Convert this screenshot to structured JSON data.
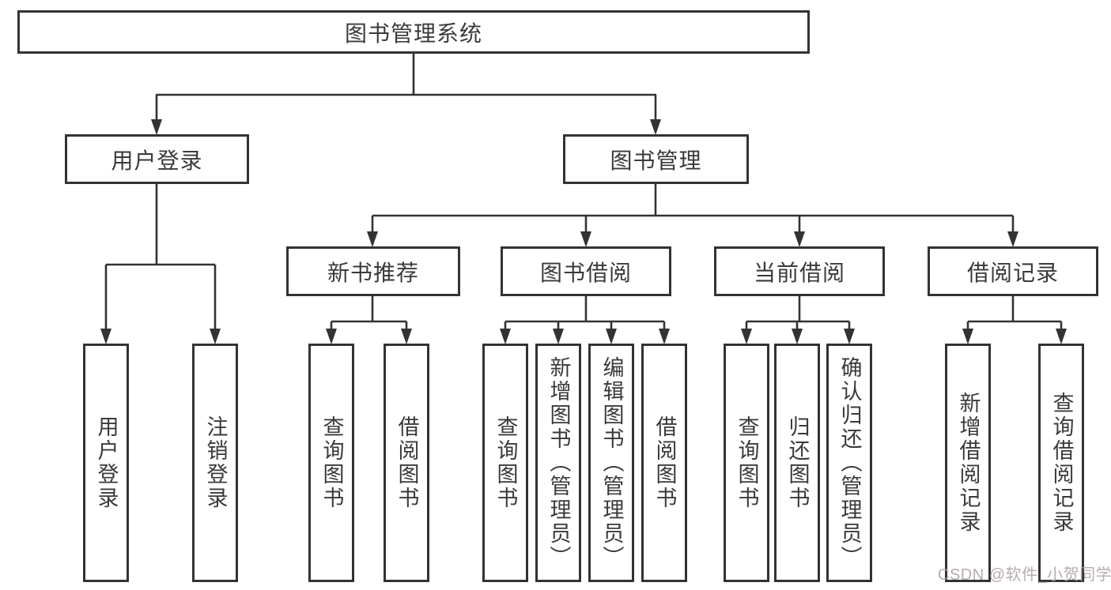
{
  "diagram": {
    "root": {
      "label": "图书管理系统"
    },
    "level2": [
      {
        "label": "用户登录"
      },
      {
        "label": "图书管理"
      }
    ],
    "level3": [
      {
        "label": "新书推荐"
      },
      {
        "label": "图书借阅"
      },
      {
        "label": "当前借阅"
      },
      {
        "label": "借阅记录"
      }
    ],
    "leaves": {
      "user_login": [
        "用户登录",
        "注销登录"
      ],
      "new_book_recommend": [
        "查询图书",
        "借阅图书"
      ],
      "book_borrow": [
        "查询图书",
        "新增图书（管理员）",
        "编辑图书（管理员）",
        "借阅图书"
      ],
      "current_borrow": [
        "查询图书",
        "归还图书",
        "确认归还（管理员）"
      ],
      "borrow_records": [
        "新增借阅记录",
        "查询借阅记录"
      ]
    }
  },
  "watermark": "CSDN @软件_小贺同学",
  "colors": {
    "line": "#333333",
    "text": "#3a3a3a",
    "background": "#ffffff",
    "watermark": "#aca0a0"
  }
}
